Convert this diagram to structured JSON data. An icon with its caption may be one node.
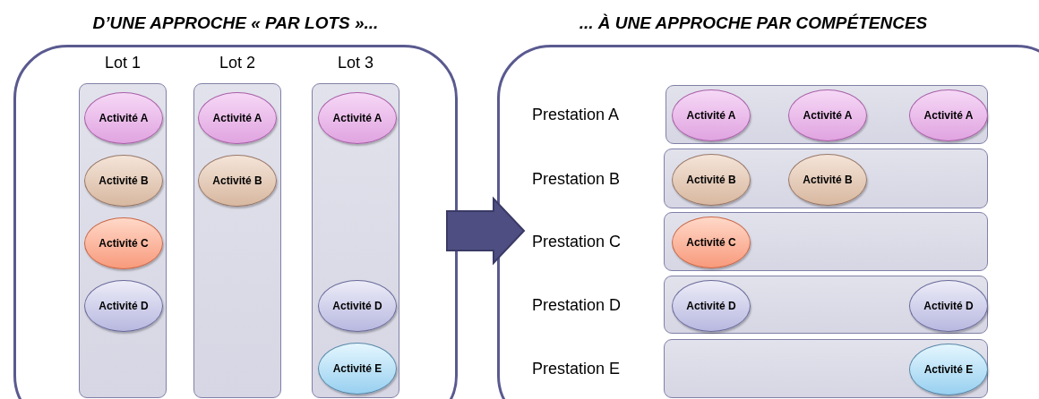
{
  "diagram": {
    "nodes": [
      {
        "text": [
          "D’UNE APPROCHE « PAR LOTS »..."
        ]
      },
      {
        "text": [
          "Lot 1"
        ],
        "in": 0
      },
      {
        "text": [
          "Activité A"
        ],
        "in": 1
      },
      {
        "text": [
          "Activité B"
        ],
        "in": 1
      },
      {
        "text": [
          "Activité C"
        ],
        "in": 1
      },
      {
        "text": [
          "Activité D"
        ],
        "in": 1
      },
      {
        "text": [
          "Lot 2"
        ],
        "in": 0
      },
      {
        "text": [
          "Activité A"
        ],
        "in": 6
      },
      {
        "text": [
          "Activité B"
        ],
        "in": 6
      },
      {
        "text": [
          "Lot 3"
        ],
        "in": 0
      },
      {
        "text": [
          "Activité A"
        ],
        "in": 9
      },
      {
        "text": [
          "Activité D"
        ],
        "in": 9
      },
      {
        "text": [
          "Activité E"
        ],
        "in": 9
      },
      {
        "text": [
          "... À UNE APPROCHE PAR COMPÉTENCES"
        ]
      },
      {
        "text": [
          "Prestation A"
        ],
        "in": 13
      },
      {
        "text": [
          "Activité A"
        ],
        "in": 14
      },
      {
        "text": [
          "Activité A"
        ],
        "in": 14
      },
      {
        "text": [
          "Activité A"
        ],
        "in": 14
      },
      {
        "text": [
          "Prestation B"
        ],
        "in": 13
      },
      {
        "text": [
          "Activité B"
        ],
        "in": 18
      },
      {
        "text": [
          "Activité B"
        ],
        "in": 18
      },
      {
        "text": [
          "Prestation C"
        ],
        "in": 13
      },
      {
        "text": [
          "Activité C"
        ],
        "in": 21
      },
      {
        "text": [
          "Prestation D"
        ],
        "in": 13
      },
      {
        "text": [
          "Activité D"
        ],
        "in": 23
      },
      {
        "text": [
          "Activité D"
        ],
        "in": 23
      },
      {
        "text": [
          "Prestation E"
        ],
        "in": 13
      },
      {
        "text": [
          "Activité E"
        ],
        "in": 26
      }
    ],
    "edges": [
      {
        "from": 0,
        "to": 13,
        "arrow": "to",
        "style": "thick"
      }
    ]
  }
}
